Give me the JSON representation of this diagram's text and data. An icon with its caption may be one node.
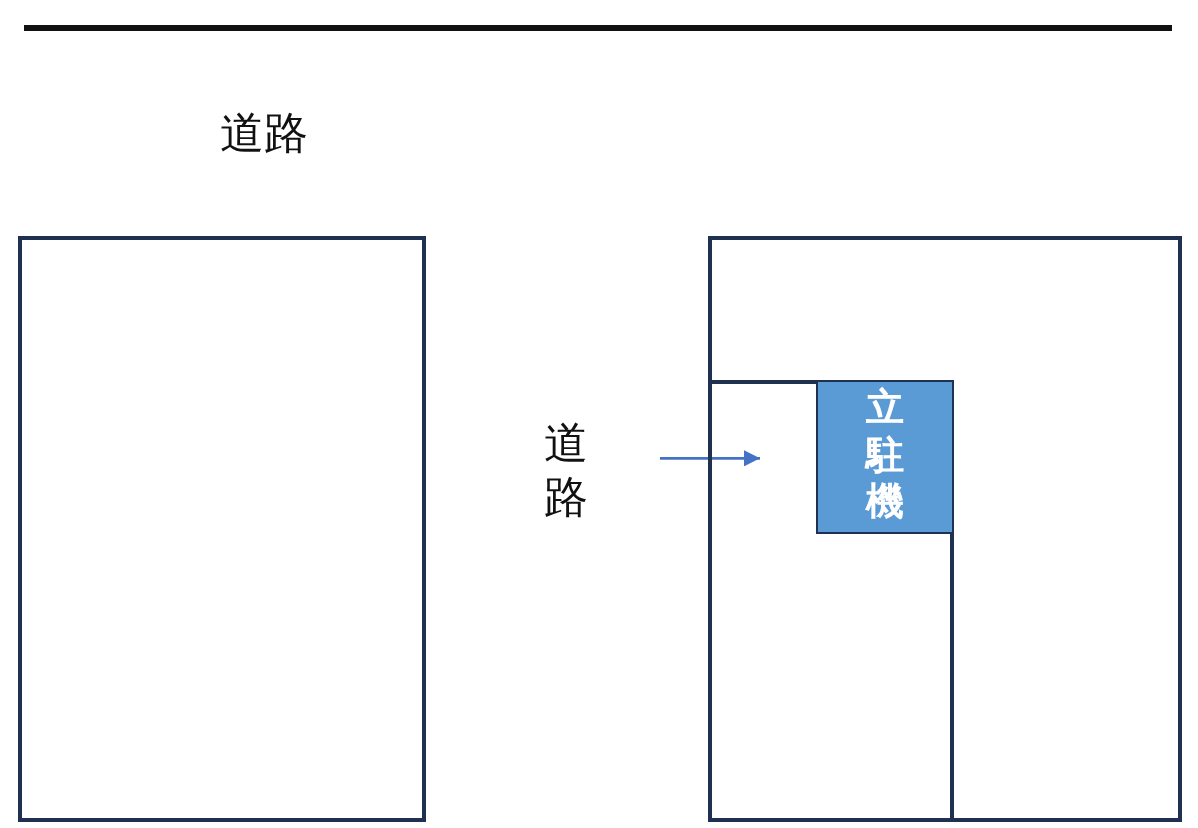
{
  "diagram": {
    "nodes": [
      {
        "text": [],
        "shape": "box"
      },
      {
        "text": [],
        "shape": "box"
      },
      {
        "text": [],
        "shape": "box",
        "in": 1
      },
      {
        "text": [
          "立駐機"
        ],
        "in": 2
      },
      {
        "text": [
          "道路"
        ]
      }
    ],
    "edges": [
      {
        "from": 4,
        "to": 2,
        "arrow": "to"
      }
    ],
    "labels": [
      "道路"
    ]
  }
}
